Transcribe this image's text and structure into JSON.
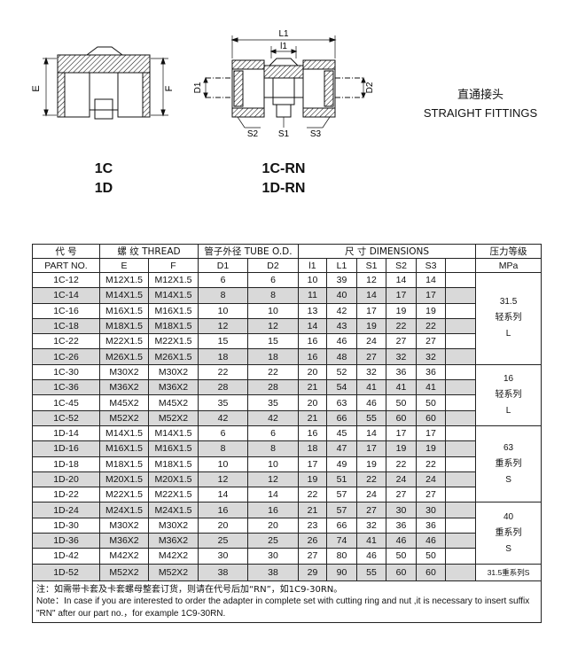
{
  "drawings": {
    "left_labels": {
      "E": "E",
      "F": "F"
    },
    "right_labels": {
      "L1": "L1",
      "l1": "l1",
      "D1": "D1",
      "D2": "D2",
      "S1": "S1",
      "S2": "S2",
      "S3": "S3"
    }
  },
  "models": {
    "left": [
      "1C",
      "1D"
    ],
    "right": [
      "1C-RN",
      "1D-RN"
    ]
  },
  "title": {
    "cn": "直通接头",
    "en": "STRAIGHT FITTINGS"
  },
  "table": {
    "header1": {
      "code": "代 号",
      "thread": "螺 纹  THREAD",
      "tube": "管子外径 TUBE O.D.",
      "dims": "尺 寸    DIMENSIONS",
      "pressure": "压力等级"
    },
    "header2": {
      "part_no": "PART NO.",
      "E": "E",
      "F": "F",
      "D1": "D1",
      "D2": "D2",
      "l1": "l1",
      "L1": "L1",
      "S1": "S1",
      "S2": "S2",
      "S3": "S3",
      "mpa": "MPa"
    },
    "rows": [
      [
        "1C-12",
        "M12X1.5",
        "M12X1.5",
        "6",
        "6",
        "10",
        "39",
        "12",
        "14",
        "14"
      ],
      [
        "1C-14",
        "M14X1.5",
        "M14X1.5",
        "8",
        "8",
        "11",
        "40",
        "14",
        "17",
        "17"
      ],
      [
        "1C-16",
        "M16X1.5",
        "M16X1.5",
        "10",
        "10",
        "13",
        "42",
        "17",
        "19",
        "19"
      ],
      [
        "1C-18",
        "M18X1.5",
        "M18X1.5",
        "12",
        "12",
        "14",
        "43",
        "19",
        "22",
        "22"
      ],
      [
        "1C-22",
        "M22X1.5",
        "M22X1.5",
        "15",
        "15",
        "16",
        "46",
        "24",
        "27",
        "27"
      ],
      [
        "1C-26",
        "M26X1.5",
        "M26X1.5",
        "18",
        "18",
        "16",
        "48",
        "27",
        "32",
        "32"
      ],
      [
        "1C-30",
        "M30X2",
        "M30X2",
        "22",
        "22",
        "20",
        "52",
        "32",
        "36",
        "36"
      ],
      [
        "1C-36",
        "M36X2",
        "M36X2",
        "28",
        "28",
        "21",
        "54",
        "41",
        "41",
        "41"
      ],
      [
        "1C-45",
        "M45X2",
        "M45X2",
        "35",
        "35",
        "20",
        "63",
        "46",
        "50",
        "50"
      ],
      [
        "1C-52",
        "M52X2",
        "M52X2",
        "42",
        "42",
        "21",
        "66",
        "55",
        "60",
        "60"
      ],
      [
        "1D-14",
        "M14X1.5",
        "M14X1.5",
        "6",
        "6",
        "16",
        "45",
        "14",
        "17",
        "17"
      ],
      [
        "1D-16",
        "M16X1.5",
        "M16X1.5",
        "8",
        "8",
        "18",
        "47",
        "17",
        "19",
        "19"
      ],
      [
        "1D-18",
        "M18X1.5",
        "M18X1.5",
        "10",
        "10",
        "17",
        "49",
        "19",
        "22",
        "22"
      ],
      [
        "1D-20",
        "M20X1.5",
        "M20X1.5",
        "12",
        "12",
        "19",
        "51",
        "22",
        "24",
        "24"
      ],
      [
        "1D-22",
        "M22X1.5",
        "M22X1.5",
        "14",
        "14",
        "22",
        "57",
        "24",
        "27",
        "27"
      ],
      [
        "1D-24",
        "M24X1.5",
        "M24X1.5",
        "16",
        "16",
        "21",
        "57",
        "27",
        "30",
        "30"
      ],
      [
        "1D-30",
        "M30X2",
        "M30X2",
        "20",
        "20",
        "23",
        "66",
        "32",
        "36",
        "36"
      ],
      [
        "1D-36",
        "M36X2",
        "M36X2",
        "25",
        "25",
        "26",
        "74",
        "41",
        "46",
        "46"
      ],
      [
        "1D-42",
        "M42X2",
        "M42X2",
        "30",
        "30",
        "27",
        "80",
        "46",
        "50",
        "50"
      ],
      [
        "1D-52",
        "M52X2",
        "M52X2",
        "38",
        "38",
        "29",
        "90",
        "55",
        "60",
        "60"
      ]
    ],
    "pressure_groups": [
      {
        "value": "31.5",
        "series": "轻系列",
        "letter": "L"
      },
      {
        "value": "16",
        "series": "轻系列",
        "letter": "L"
      },
      {
        "value": "63",
        "series": "重系列",
        "letter": "S"
      },
      {
        "value": "40",
        "series": "重系列",
        "letter": "S"
      },
      {
        "value": "31.5重系列S"
      }
    ],
    "note_cn": "注：如需带卡套及卡套螺母整套订货，则请在代号后加“RN”，如1C9-30RN。",
    "note_en": "Note：In case if you are interested to order the adapter in complete set with cutting ring and nut ,it is necessary to insert suffix \"RN\" after our part no.，for example 1C9-30RN."
  }
}
